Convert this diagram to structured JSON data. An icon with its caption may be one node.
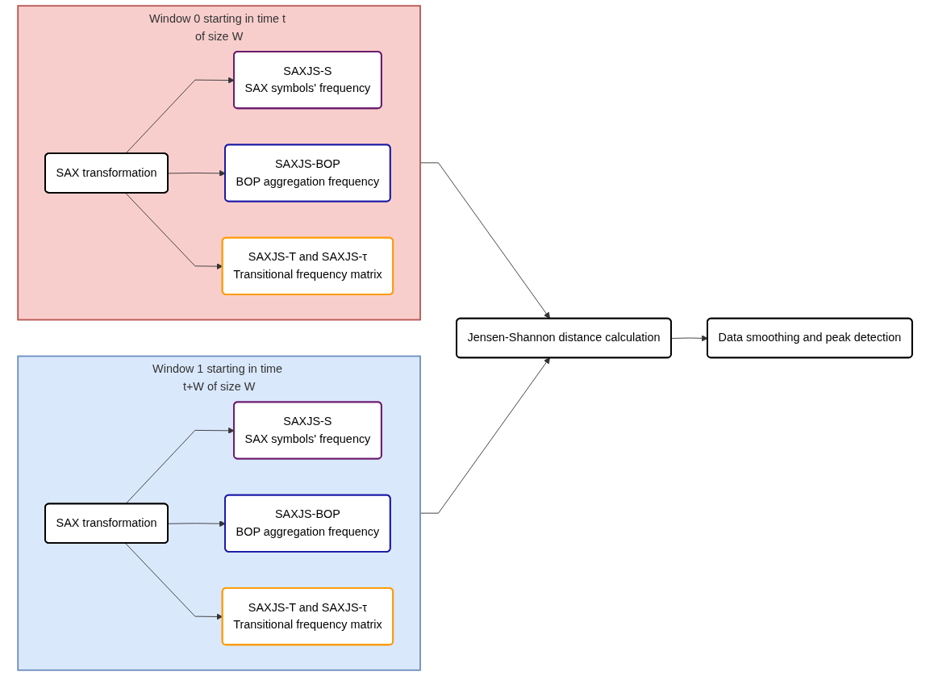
{
  "diagram": {
    "nodes": [
      {
        "text": [
          "Window 0 starting in time t of size W"
        ]
      },
      {
        "text": [
          "SAX transformation"
        ],
        "in": 0
      },
      {
        "text": [
          "SAXJS-S",
          "SAX symbols' frequency"
        ],
        "in": 0
      },
      {
        "text": [
          "SAXJS-BOP",
          "BOP aggregation frequency"
        ],
        "in": 0
      },
      {
        "text": [
          "SAXJS-T and SAXJS-τ",
          "Transitional frequency matrix"
        ],
        "in": 0
      },
      {
        "text": [
          "Window 1 starting in time t+W of size W"
        ]
      },
      {
        "text": [
          "SAX transformation"
        ],
        "in": 5
      },
      {
        "text": [
          "SAXJS-S",
          "SAX symbols' frequency"
        ],
        "in": 5
      },
      {
        "text": [
          "SAXJS-BOP",
          "BOP aggregation frequency"
        ],
        "in": 5
      },
      {
        "text": [
          "SAXJS-T and SAXJS-τ",
          "Transitional frequency matrix"
        ],
        "in": 5
      },
      {
        "text": [
          "Jensen-Shannon distance calculation"
        ]
      },
      {
        "text": [
          "Data smoothing and peak detection"
        ]
      }
    ],
    "edges": [
      {
        "from": 1,
        "to": 2,
        "arrow": "to"
      },
      {
        "from": 1,
        "to": 3,
        "arrow": "to"
      },
      {
        "from": 1,
        "to": 4,
        "arrow": "to"
      },
      {
        "from": 6,
        "to": 7,
        "arrow": "to"
      },
      {
        "from": 6,
        "to": 8,
        "arrow": "to"
      },
      {
        "from": 6,
        "to": 9,
        "arrow": "to"
      },
      {
        "from": 0,
        "to": 10,
        "arrow": "to"
      },
      {
        "from": 5,
        "to": 10,
        "arrow": "to"
      },
      {
        "from": 10,
        "to": 11,
        "arrow": "to"
      }
    ]
  }
}
